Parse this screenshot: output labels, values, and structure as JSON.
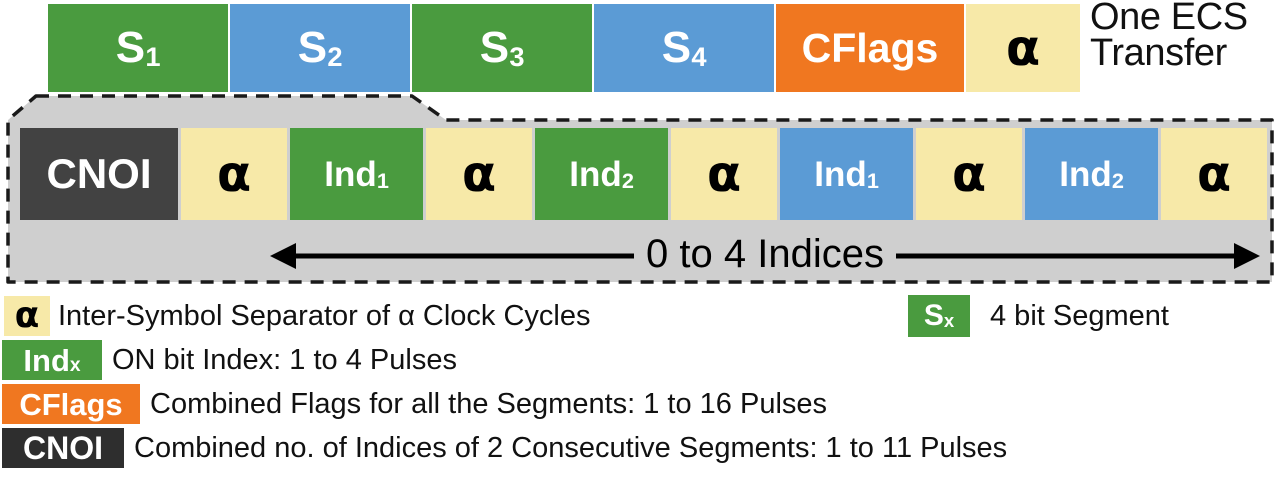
{
  "top_row": {
    "blocks": [
      {
        "label": "S",
        "subscript": "1",
        "color": "#4a9b3f",
        "kind": "segment"
      },
      {
        "label": "S",
        "subscript": "2",
        "color": "#5b9bd5",
        "kind": "segment"
      },
      {
        "label": "S",
        "subscript": "3",
        "color": "#4a9b3f",
        "kind": "segment"
      },
      {
        "label": "S",
        "subscript": "4",
        "color": "#5b9bd5",
        "kind": "segment"
      },
      {
        "label": "CFlags",
        "subscript": "",
        "color": "#f07720",
        "kind": "flags"
      },
      {
        "label": "α",
        "subscript": "",
        "color": "#f7e9a8",
        "kind": "separator"
      }
    ],
    "annotation_line1": "One ECS",
    "annotation_line2": "Transfer"
  },
  "detail_row": {
    "blocks": [
      {
        "label": "CNOI",
        "subscript": "",
        "color": "#424242",
        "kind": "cnoi"
      },
      {
        "label": "α",
        "subscript": "",
        "color": "#f7e9a8",
        "kind": "separator"
      },
      {
        "label": "Ind",
        "subscript": "1",
        "color": "#4a9b3f",
        "kind": "index"
      },
      {
        "label": "α",
        "subscript": "",
        "color": "#f7e9a8",
        "kind": "separator"
      },
      {
        "label": "Ind",
        "subscript": "2",
        "color": "#4a9b3f",
        "kind": "index"
      },
      {
        "label": "α",
        "subscript": "",
        "color": "#f7e9a8",
        "kind": "separator"
      },
      {
        "label": "Ind",
        "subscript": "1",
        "color": "#5b9bd5",
        "kind": "index"
      },
      {
        "label": "α",
        "subscript": "",
        "color": "#f7e9a8",
        "kind": "separator"
      },
      {
        "label": "Ind",
        "subscript": "2",
        "color": "#5b9bd5",
        "kind": "index"
      },
      {
        "label": "α",
        "subscript": "",
        "color": "#f7e9a8",
        "kind": "separator"
      }
    ],
    "range_label": "0 to 4 Indices"
  },
  "legend": [
    {
      "swatch_label": "α",
      "swatch_subscript": "",
      "swatch_color": "#f7e9a8",
      "swatch_text_color": "#000000",
      "description": "Inter-Symbol Separator of α Clock Cycles"
    },
    {
      "swatch_label": "S",
      "swatch_subscript": "x",
      "swatch_color": "#4a9b3f",
      "swatch_text_color": "#ffffff",
      "description": "4 bit Segment"
    },
    {
      "swatch_label": "Ind",
      "swatch_subscript": "x",
      "swatch_color": "#4a9b3f",
      "swatch_text_color": "#ffffff",
      "description": "ON bit Index: 1 to 4 Pulses"
    },
    {
      "swatch_label": "CFlags",
      "swatch_subscript": "",
      "swatch_color": "#f07720",
      "swatch_text_color": "#ffffff",
      "description": "Combined Flags for all the Segments: 1 to 16 Pulses"
    },
    {
      "swatch_label": "CNOI",
      "swatch_subscript": "",
      "swatch_color": "#424242",
      "swatch_text_color": "#ffffff",
      "description": "Combined no. of Indices of 2 Consecutive Segments: 1 to 11 Pulses"
    }
  ],
  "colors": {
    "green": "#4a9b3f",
    "blue": "#5b9bd5",
    "orange": "#f07720",
    "cream": "#f7e9a8",
    "dark": "#424242",
    "callout_fill": "#cfcfcf",
    "callout_stroke": "#1a1a1a"
  }
}
